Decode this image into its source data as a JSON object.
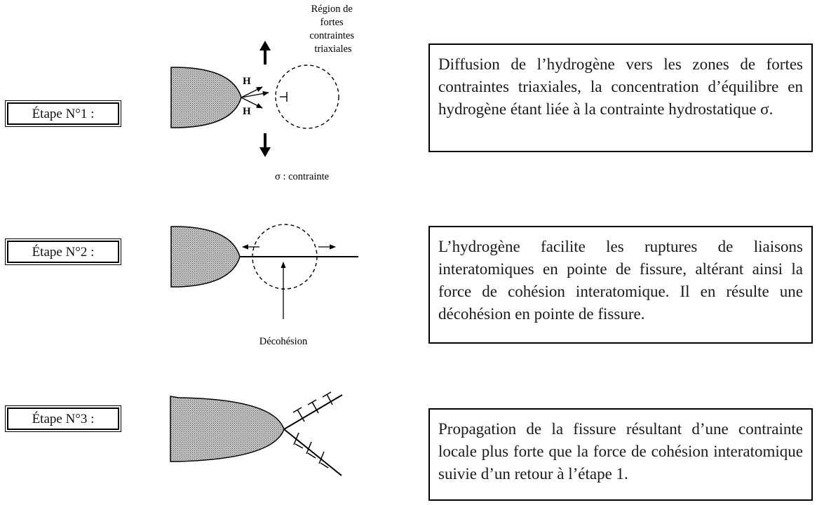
{
  "steps": [
    {
      "label": "Étape N°1 :",
      "description": "Diffusion de l’hydrogène vers les zones de fortes contraintes triaxiales, la concentration d’équilibre en hydrogène étant liée à la contrainte hydrostatique σ.",
      "figure": {
        "region_label_lines": [
          "Région de",
          "fortes",
          "contraintes",
          "triaxiales"
        ],
        "hydrogen_top": "H",
        "hydrogen_bottom": "H",
        "stress_label": "σ : contrainte"
      }
    },
    {
      "label": "Étape N°2 :",
      "description": "L’hydrogène facilite les ruptures de liaisons interatomiques en pointe de fissure, altérant ainsi la force de cohésion interatomique. Il en résulte une décohésion en pointe de fissure.",
      "figure": {
        "decohesion_label": "Décohésion"
      }
    },
    {
      "label": "Étape N°3 :",
      "description": "Propagation de la fissure résultant d’une contrainte locale plus forte que la force de cohésion interatomique suivie d’un retour à l’étape 1."
    }
  ],
  "colors": {
    "stipple": "#9a9a9a",
    "ink": "#000000"
  }
}
